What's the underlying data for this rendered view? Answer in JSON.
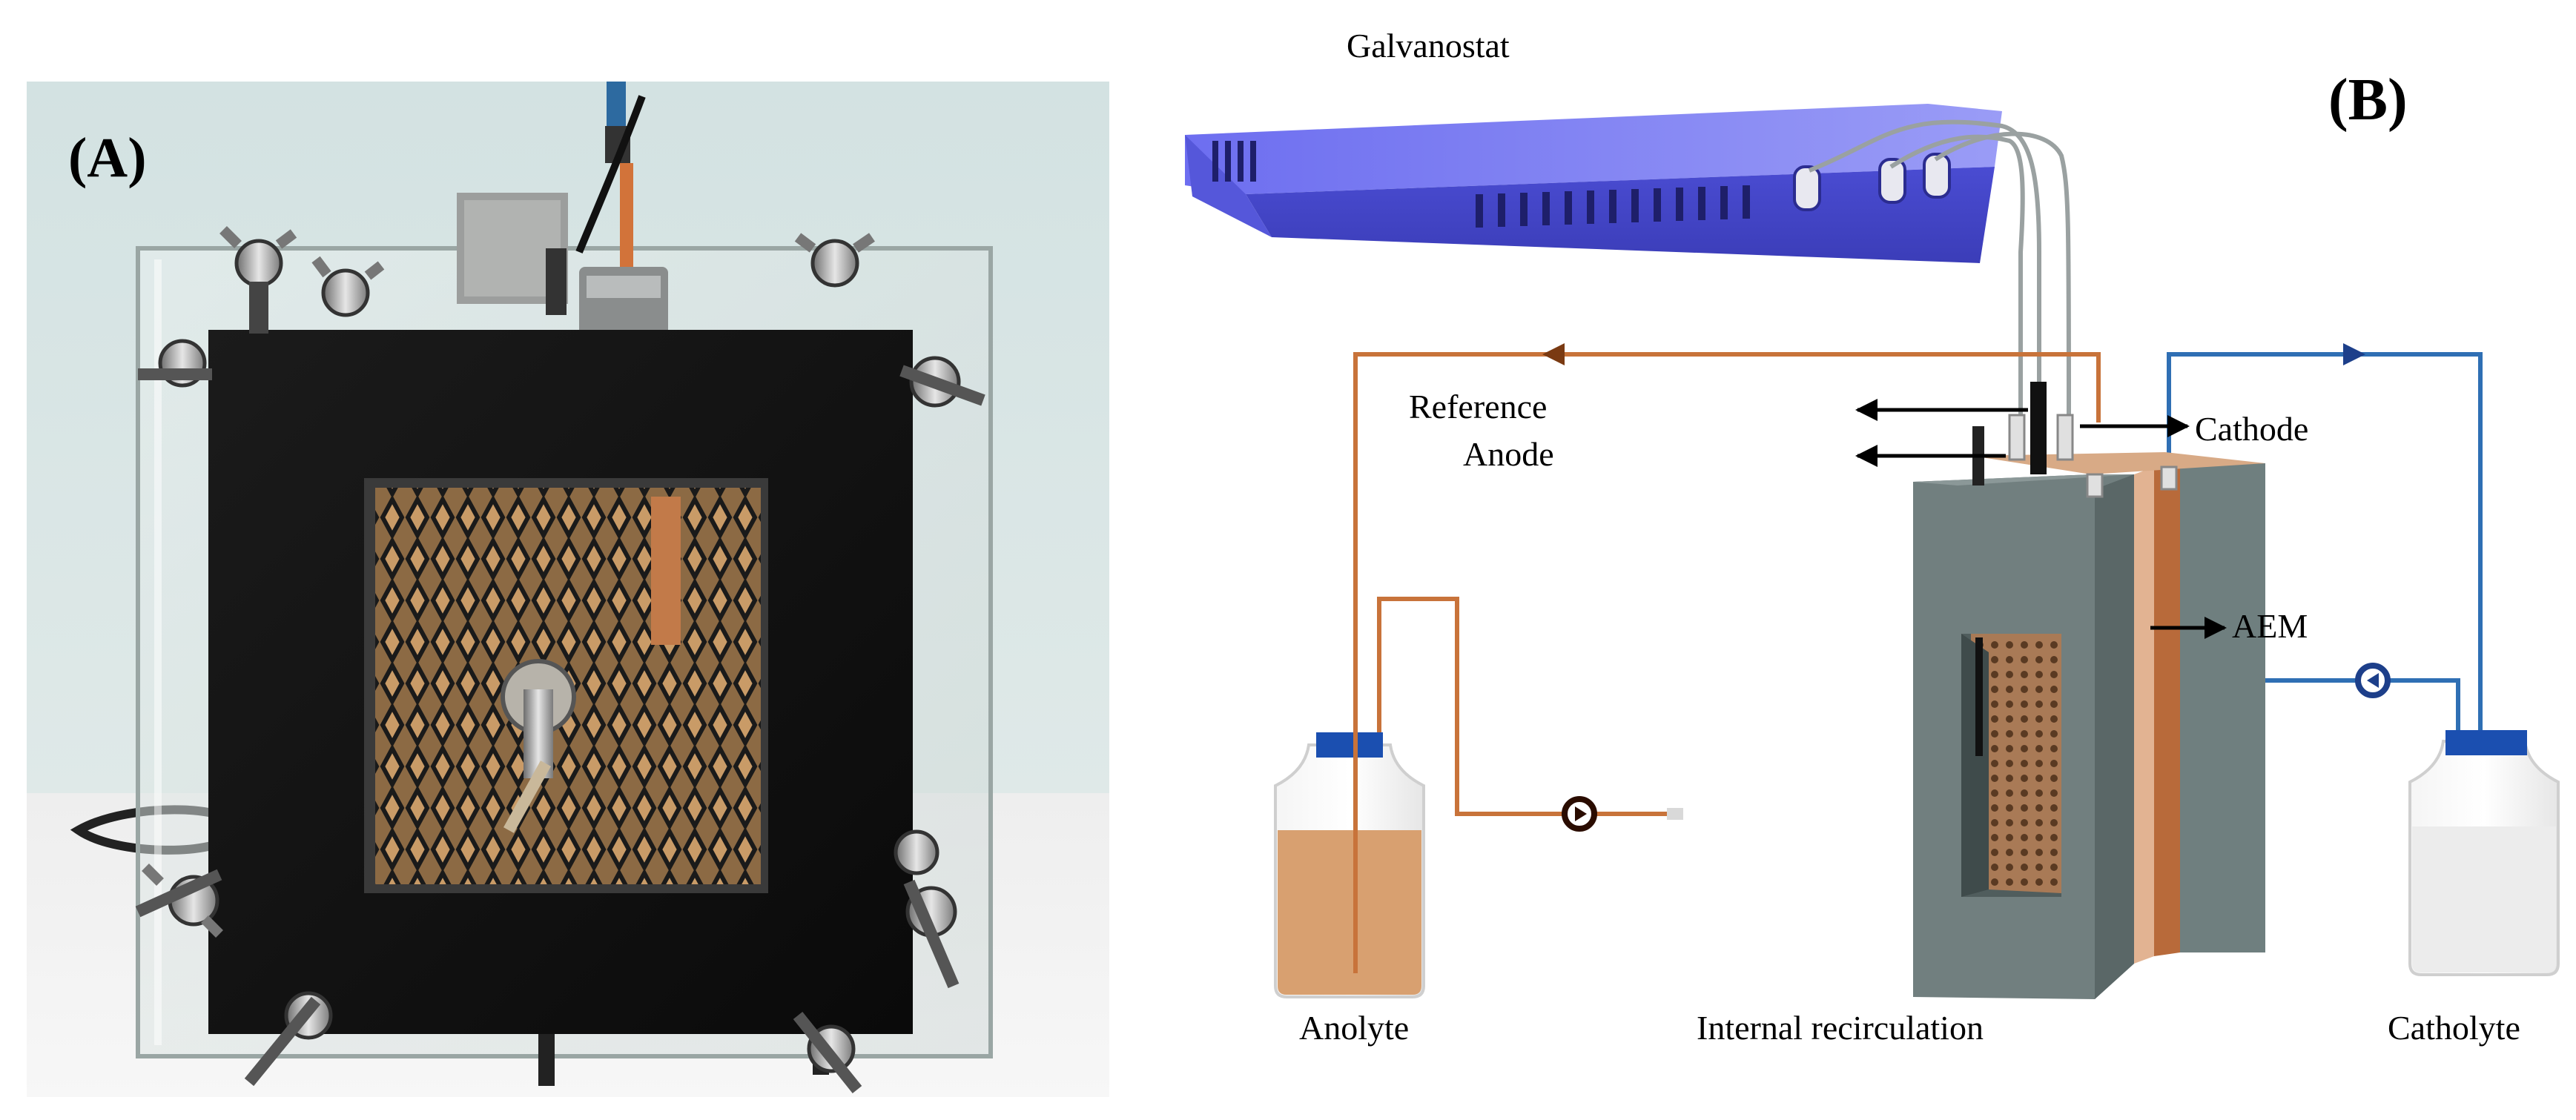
{
  "panel_a": {
    "label": "(A)"
  },
  "panel_b": {
    "label": "(B)",
    "device_label": "Galvanostat",
    "labels": {
      "reference": "Reference",
      "anode": "Anode",
      "cathode": "Cathode",
      "aem": "AEM",
      "anolyte": "Anolyte",
      "internal_recirculation": "Internal recirculation",
      "catholyte": "Catholyte"
    }
  },
  "colors": {
    "anolyte_line": "#c8733a",
    "catholyte_line": "#2f6fb4",
    "cell_body": "#6f7f7f",
    "galvanostat": "#5b5ce0",
    "anolyte_fluid": "#d8a070",
    "membrane": "#b86a3a"
  }
}
